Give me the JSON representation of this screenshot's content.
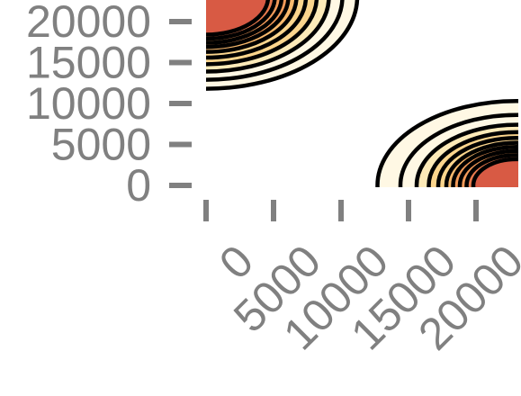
{
  "chart_data": {
    "type": "heatmap",
    "title": "",
    "xlabel": "",
    "ylabel": "",
    "x_ticks": [
      0,
      5000,
      10000,
      15000,
      20000
    ],
    "x_tick_labels": [
      "0",
      "5000",
      "10000",
      "15000",
      "20000"
    ],
    "y_ticks": [
      0,
      5000,
      10000,
      15000,
      20000
    ],
    "y_tick_labels": [
      "0",
      "5000",
      "10000",
      "15000",
      "20000"
    ],
    "xlim": [
      0,
      23000
    ],
    "ylim": [
      0,
      23000
    ],
    "grid": false,
    "legend": "none",
    "contour_groups": [
      {
        "center": [
          0,
          23000
        ],
        "radii": [
          11200,
          10100,
          9100,
          8200,
          7400,
          6700,
          6100,
          5600,
          5100,
          4600
        ]
      },
      {
        "center": [
          23000,
          0
        ],
        "radii": [
          10300,
          8600,
          7400,
          6500,
          5800,
          5200,
          4700,
          4200,
          3700,
          3200
        ]
      }
    ],
    "fill_colors": [
      "#fff8e4",
      "#fdeab8",
      "#fbd58d",
      "#f8b96d",
      "#f29a59",
      "#e87a4e",
      "#d85a44"
    ],
    "line_color": "#000000",
    "tick_color": "#808080"
  }
}
